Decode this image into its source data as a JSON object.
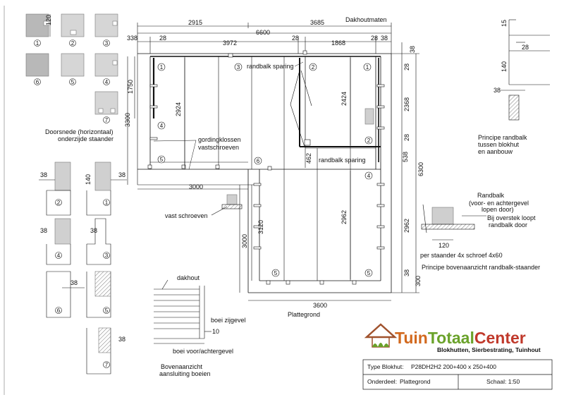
{
  "title_top": "Dakhoutmaten",
  "dims_top": {
    "d2915": "2915",
    "d3685": "3685",
    "d6600": "6600",
    "d338": "338",
    "d28a": "28",
    "d3972": "3972",
    "d28b": "28",
    "d1868": "1868",
    "d28c": "28",
    "d38a": "38"
  },
  "dims_right": {
    "r38a": "38",
    "r28a": "28",
    "r2368": "2368",
    "r28b": "28",
    "r538": "538",
    "r6300": "6300",
    "r2962": "2962",
    "r38b": "38",
    "r300": "300"
  },
  "dims_left": {
    "l1750": "1750",
    "l3300": "3300",
    "l3000": "3000"
  },
  "dims_inner": {
    "i2924": "2924",
    "i2424": "2424",
    "i462": "462",
    "i3120": "3120",
    "i2962": "2962",
    "i3000": "3000",
    "i3600": "3600",
    "i120": "120"
  },
  "labels": {
    "randbalk_sparing": "randbalk sparing",
    "randbalk_sparing2": "randbalk sparing",
    "gordingklossen": "gordingklossen",
    "vastschroeven": "vastschroeven",
    "vast_schroeven": "vast schroeven",
    "plattegrond": "Plattegrond",
    "doorsnede1": "Doorsnede (horizontaal)",
    "doorsnede2": "onderzijde staander",
    "principe_randbalk1": "Principe randbalk",
    "principe_randbalk2": "tussen blokhut",
    "principe_randbalk3": "en aanbouw",
    "randbalk": "Randbalk",
    "randbalk_sub1": "(voor- en achtergevel",
    "randbalk_sub2": "lopen door)",
    "overstek1": "Bij overstek loopt",
    "overstek2": "randbalk door",
    "per_staander": "per staander 4x schroef 4x60",
    "principe_boven": "Principe bovenaanzicht randbalk-staander",
    "dakhout": "dakhout",
    "boei_zij": "boei zijgevel",
    "boei_voor": "boei voor/achtergevel",
    "bovenaanzicht1": "Bovenaanzicht",
    "bovenaanzicht2": "aansluiting boeien",
    "ten": "10",
    "d15": "15",
    "d28": "28",
    "d140": "140",
    "d38": "38"
  },
  "section_dims": {
    "s120": "120",
    "s38a": "38",
    "s140": "140",
    "s38b": "38",
    "s38c": "38",
    "s38d": "38",
    "s38e": "38",
    "s38f": "38"
  },
  "circles": [
    "1",
    "2",
    "3",
    "4",
    "5",
    "6",
    "7"
  ],
  "logo": {
    "brand": "TuinTotaalCenter",
    "tagline": "Blokhutten, Sierbestrating, Tuinhout",
    "colors": {
      "tuin": "#d2691e",
      "totaal": "#6aa22a",
      "center": "#c0392b",
      "roof": "#a0522d"
    }
  },
  "titleblock": {
    "type_label": "Type Blokhut:",
    "type_value": "P28DH2H2 200+400 x 250+400",
    "onderdeel_label": "Onderdeel:",
    "onderdeel_value": "Plattegrond",
    "schaal": "Schaal: 1:50"
  }
}
